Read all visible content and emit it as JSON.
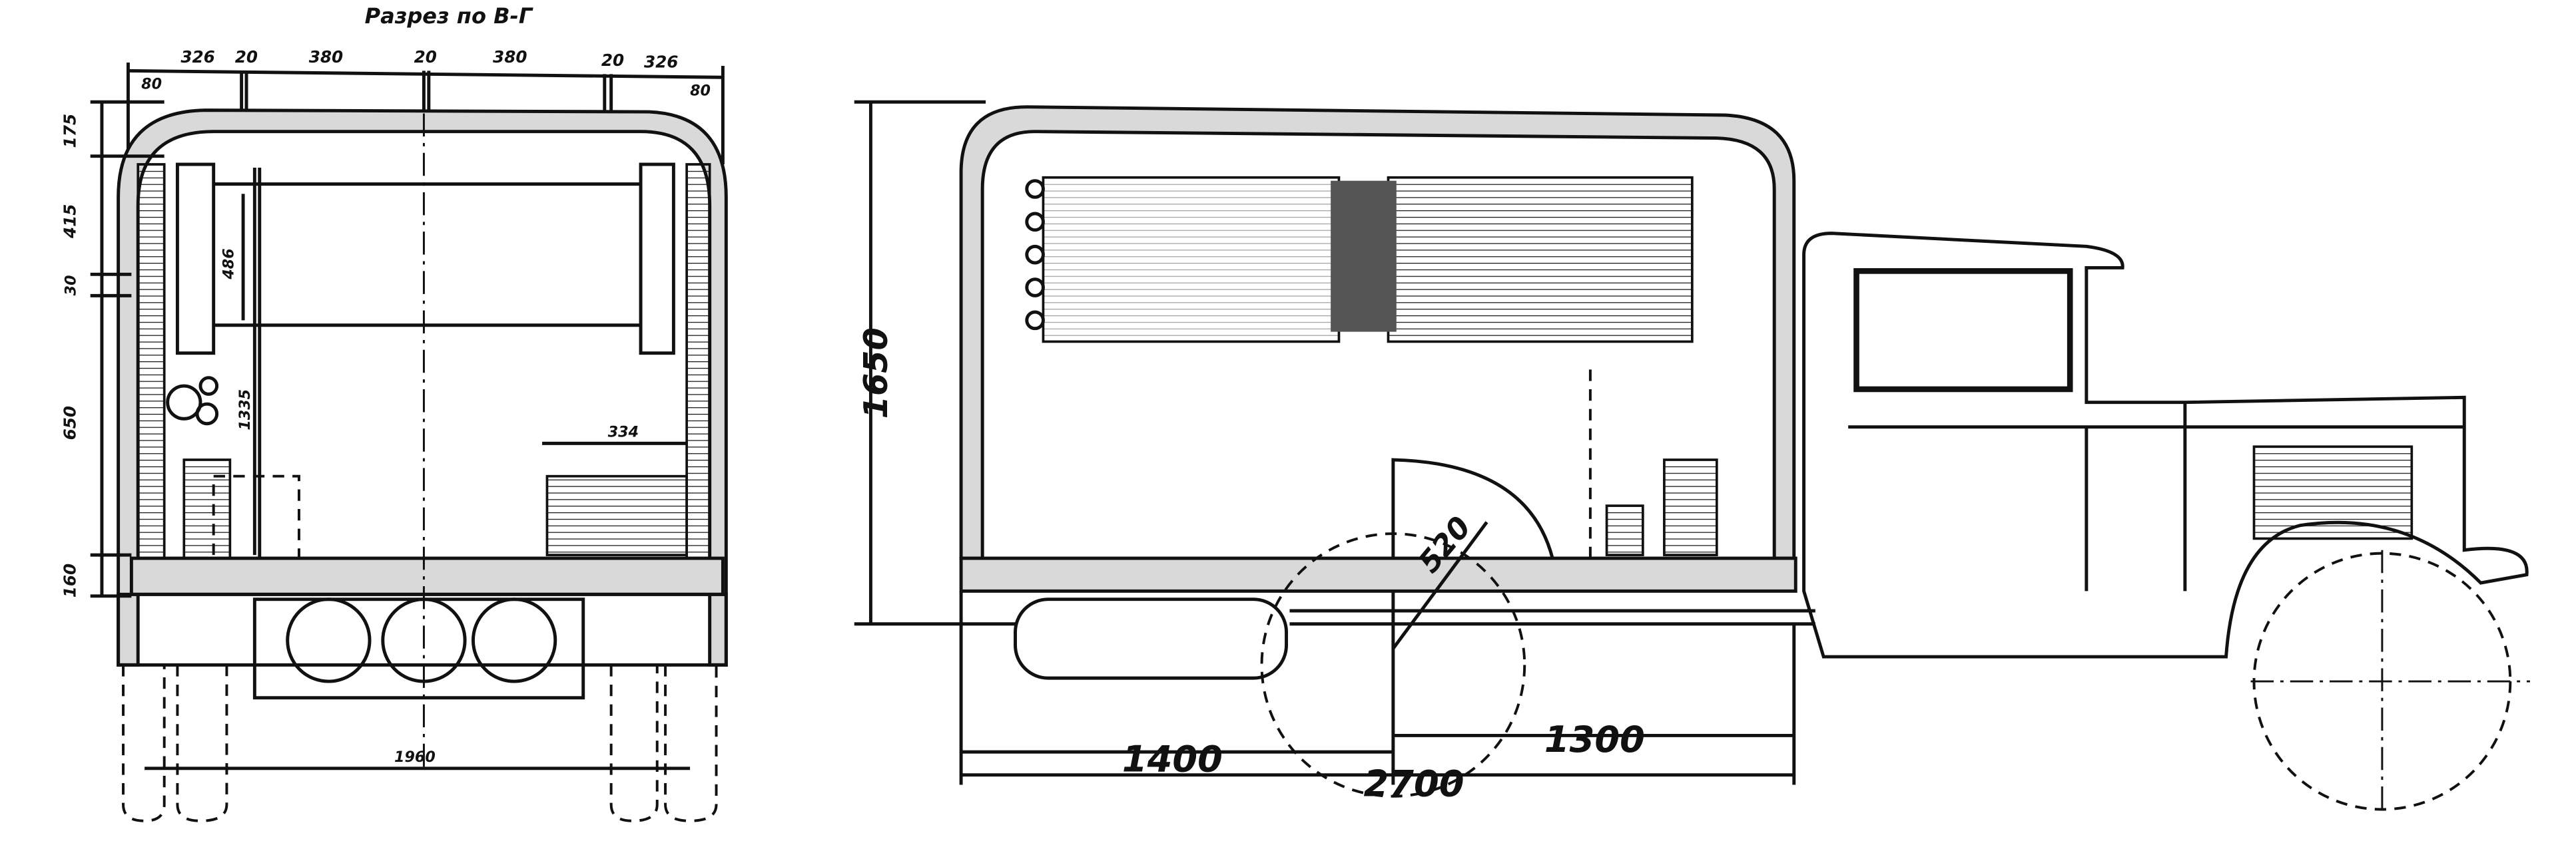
{
  "title": "Разрез по В-Г",
  "cross_section": {
    "top_dims": [
      "326",
      "20",
      "380",
      "20",
      "380",
      "20",
      "326"
    ],
    "wall_left": "80",
    "wall_right": "80",
    "left_dims": [
      "175",
      "415",
      "30",
      "650",
      "160"
    ],
    "inner_dims": [
      "486",
      "1335",
      "334"
    ],
    "track_width": "1960"
  },
  "side_view": {
    "height": "1650",
    "wheel_arch_radius": "520",
    "front_length": "1400",
    "rear_length": "1300",
    "total_length": "2700"
  }
}
